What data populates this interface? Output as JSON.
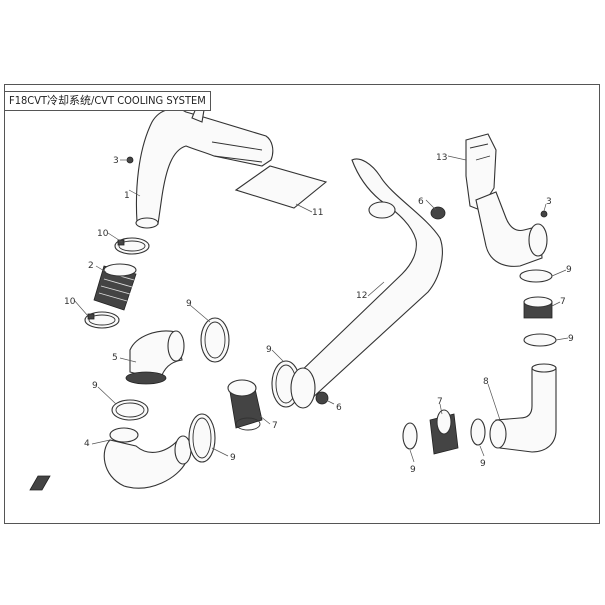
{
  "title": "F18CVT冷却系统/CVT COOLING SYSTEM",
  "callouts": [
    {
      "id": "c1",
      "text": "1"
    },
    {
      "id": "c2",
      "text": "2"
    },
    {
      "id": "c3a",
      "text": "3"
    },
    {
      "id": "c3b",
      "text": "3"
    },
    {
      "id": "c4",
      "text": "4"
    },
    {
      "id": "c5",
      "text": "5"
    },
    {
      "id": "c6a",
      "text": "6"
    },
    {
      "id": "c6b",
      "text": "6"
    },
    {
      "id": "c7a",
      "text": "7"
    },
    {
      "id": "c7b",
      "text": "7"
    },
    {
      "id": "c7c",
      "text": "7"
    },
    {
      "id": "c8",
      "text": "8"
    },
    {
      "id": "c9a",
      "text": "9"
    },
    {
      "id": "c9b",
      "text": "9"
    },
    {
      "id": "c9c",
      "text": "9"
    },
    {
      "id": "c9d",
      "text": "9"
    },
    {
      "id": "c9e",
      "text": "9"
    },
    {
      "id": "c9f",
      "text": "9"
    },
    {
      "id": "c9g",
      "text": "9"
    },
    {
      "id": "c9h",
      "text": "9"
    },
    {
      "id": "c10a",
      "text": "10"
    },
    {
      "id": "c10b",
      "text": "10"
    },
    {
      "id": "c11",
      "text": "11"
    },
    {
      "id": "c12",
      "text": "12"
    },
    {
      "id": "c13",
      "text": "13"
    }
  ]
}
